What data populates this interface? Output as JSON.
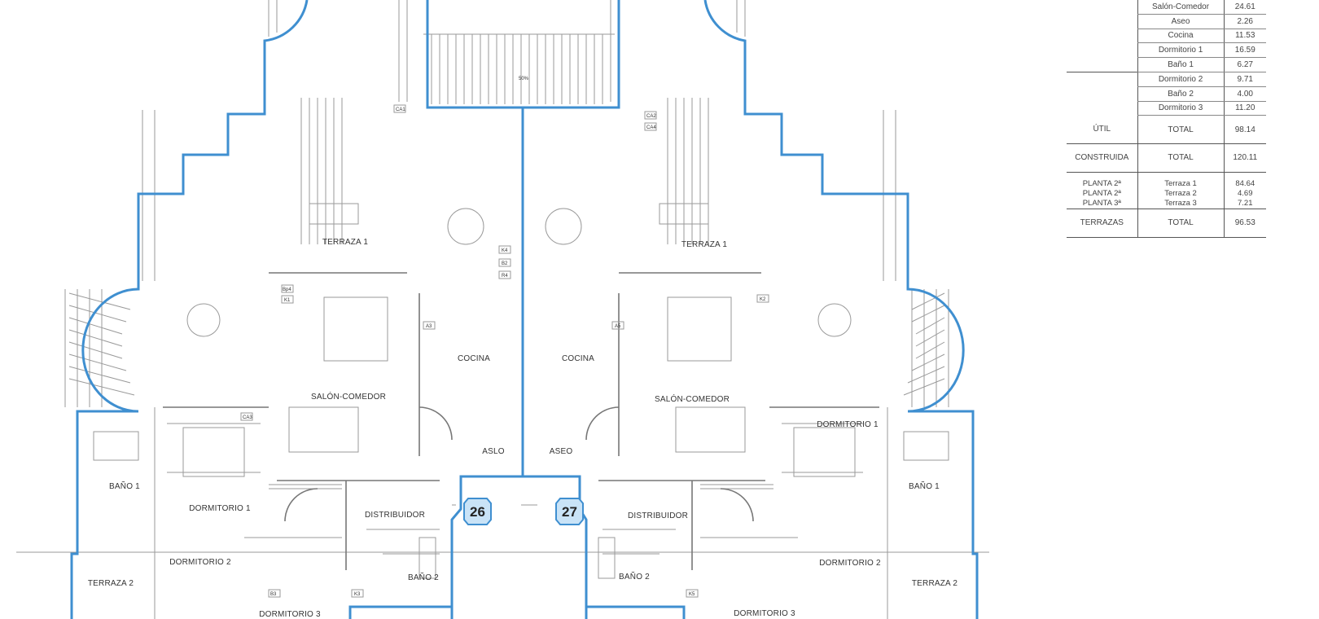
{
  "rooms": {
    "terraza1_left": "TERRAZA 1",
    "terraza1_right": "TERRAZA 1",
    "cocina_left": "COCINA",
    "cocina_right": "COCINA",
    "salon_left": "SALÓN-COMEDOR",
    "salon_right": "SALÓN-COMEDOR",
    "dormitorio1_left": "DORMITORIO 1",
    "dormitorio1_right": "DORMITORIO 1",
    "bano1_left": "BAÑO 1",
    "bano1_right": "BAÑO 1",
    "aseo_left": "ASLO",
    "aseo_right": "ASEO",
    "distribuidor_left": "DISTRIBUIDOR",
    "distribuidor_right": "DISTRIBUIDOR",
    "dormitorio2_left": "DORMITORIO 2",
    "dormitorio2_right": "DORMITORIO 2",
    "terraza2_left": "TERRAZA 2",
    "terraza2_right": "TERRAZA 2",
    "bano2_left": "BAÑO 2",
    "bano2_right": "BAÑO 2",
    "dormitorio3_left": "DORMITORIO 3",
    "dormitorio3_right": "DORMITORIO 3"
  },
  "units": {
    "left": "26",
    "right": "27"
  },
  "tags": {
    "ca1": "CA1",
    "ca2": "CA2",
    "ca4": "CA4",
    "ca3": "CA3",
    "k1": "K1",
    "k2": "K2",
    "k3": "K3",
    "k4": "K4",
    "k5": "K5",
    "bp": "Bp4",
    "a3": "A3",
    "a5": "A5",
    "b2": "B2",
    "b3": "B3",
    "r4": "R4",
    "slope": "50%"
  },
  "area_table": {
    "rooms": [
      {
        "room": "Salón-Comedor",
        "area": "24.61"
      },
      {
        "room": "Aseo",
        "area": "2.26"
      },
      {
        "room": "Cocina",
        "area": "11.53"
      },
      {
        "room": "Dormitorio 1",
        "area": "16.59"
      },
      {
        "room": "Baño 1",
        "area": "6.27"
      },
      {
        "room": "Dormitorio 2",
        "area": "9.71"
      },
      {
        "room": "Baño 2",
        "area": "4.00"
      },
      {
        "room": "Dormitorio 3",
        "area": "11.20"
      }
    ],
    "util": {
      "label": "ÚTIL",
      "total_label": "TOTAL",
      "value": "98.14"
    },
    "construida": {
      "label": "CONSTRUIDA",
      "total_label": "TOTAL",
      "value": "120.11"
    },
    "terrazas_rows": [
      {
        "planta": "PLANTA 2ª",
        "terraza": "Terraza 1",
        "area": "84.64"
      },
      {
        "planta": "PLANTA 2ª",
        "terraza": "Terraza 2",
        "area": "4.69"
      },
      {
        "planta": "PLANTA 3ª",
        "terraza": "Terraza 3",
        "area": "7.21"
      }
    ],
    "terrazas": {
      "label": "TERRAZAS",
      "total_label": "TOTAL",
      "value": "96.53"
    }
  },
  "colors": {
    "unit_outline": "#3f8fd0",
    "badge_fill": "#c9e3f7",
    "linework": "#9a9a9a"
  }
}
